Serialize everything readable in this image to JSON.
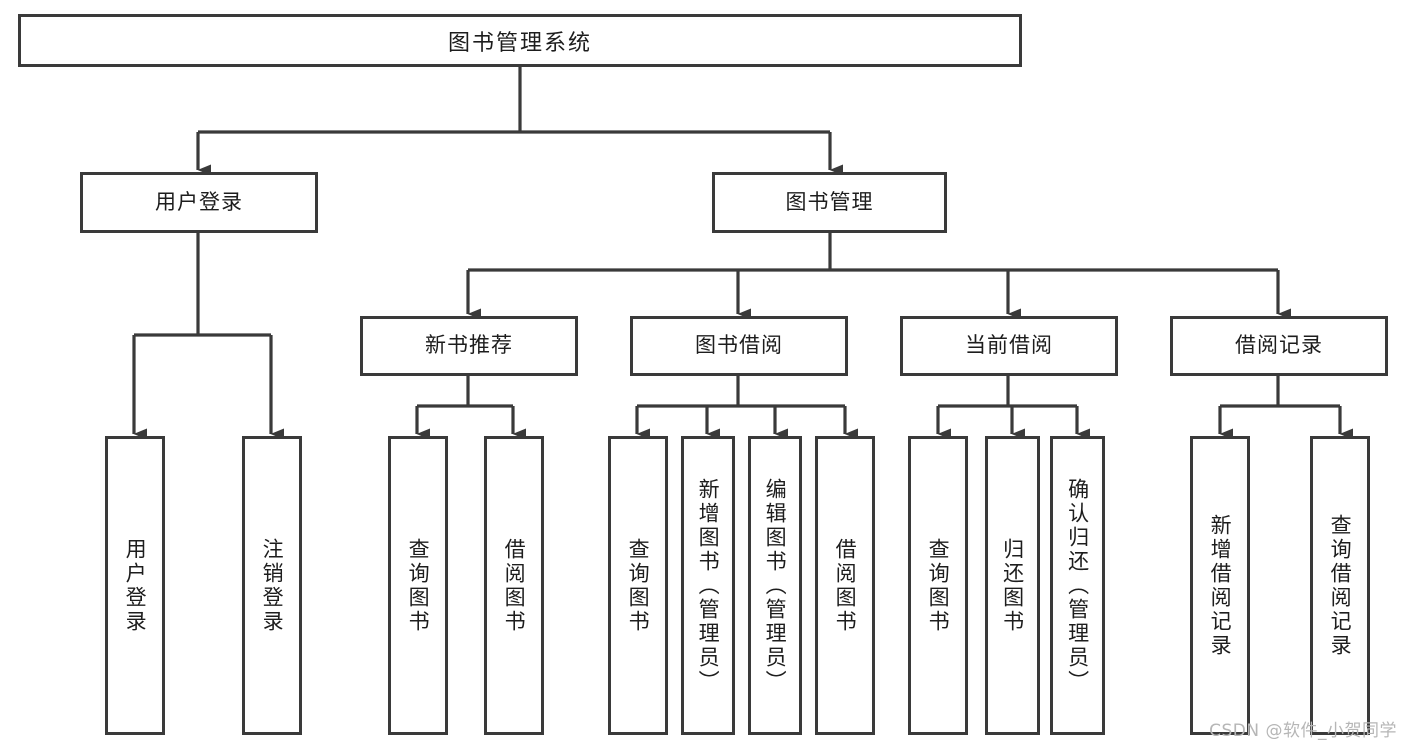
{
  "diagram": {
    "title": "图书管理系统",
    "type": "tree",
    "background": "#ffffff",
    "line_color": "#3a3a3a",
    "text_color": "#1d1d1d",
    "root": {
      "id": "root",
      "label": "图书管理系统"
    },
    "level2": [
      {
        "id": "user-login",
        "label": "用户登录"
      },
      {
        "id": "book-manage",
        "label": "图书管理"
      }
    ],
    "level3": [
      {
        "id": "new-book-recommend",
        "label": "新书推荐",
        "parent": "book-manage"
      },
      {
        "id": "book-borrow",
        "label": "图书借阅",
        "parent": "book-manage"
      },
      {
        "id": "current-borrow",
        "label": "当前借阅",
        "parent": "book-manage"
      },
      {
        "id": "borrow-record",
        "label": "借阅记录",
        "parent": "book-manage"
      }
    ],
    "leaves": [
      {
        "id": "leaf-user-login",
        "label": "用户登录",
        "parent": "user-login"
      },
      {
        "id": "leaf-logout",
        "label": "注销登录",
        "parent": "user-login"
      },
      {
        "id": "leaf-query-book-1",
        "label": "查询图书",
        "parent": "new-book-recommend"
      },
      {
        "id": "leaf-borrow-book-1",
        "label": "借阅图书",
        "parent": "new-book-recommend"
      },
      {
        "id": "leaf-query-book-2",
        "label": "查询图书",
        "parent": "book-borrow"
      },
      {
        "id": "leaf-add-book",
        "label": "新增图书（管理员）",
        "parent": "book-borrow"
      },
      {
        "id": "leaf-edit-book",
        "label": "编辑图书（管理员）",
        "parent": "book-borrow"
      },
      {
        "id": "leaf-borrow-book-2",
        "label": "借阅图书",
        "parent": "book-borrow"
      },
      {
        "id": "leaf-query-book-3",
        "label": "查询图书",
        "parent": "current-borrow"
      },
      {
        "id": "leaf-return-book",
        "label": "归还图书",
        "parent": "current-borrow"
      },
      {
        "id": "leaf-confirm-return",
        "label": "确认归还（管理员）",
        "parent": "current-borrow"
      },
      {
        "id": "leaf-add-record",
        "label": "新增借阅记录",
        "parent": "borrow-record"
      },
      {
        "id": "leaf-query-record",
        "label": "查询借阅记录",
        "parent": "borrow-record"
      }
    ],
    "watermark": "CSDN @软件_小贺同学"
  }
}
